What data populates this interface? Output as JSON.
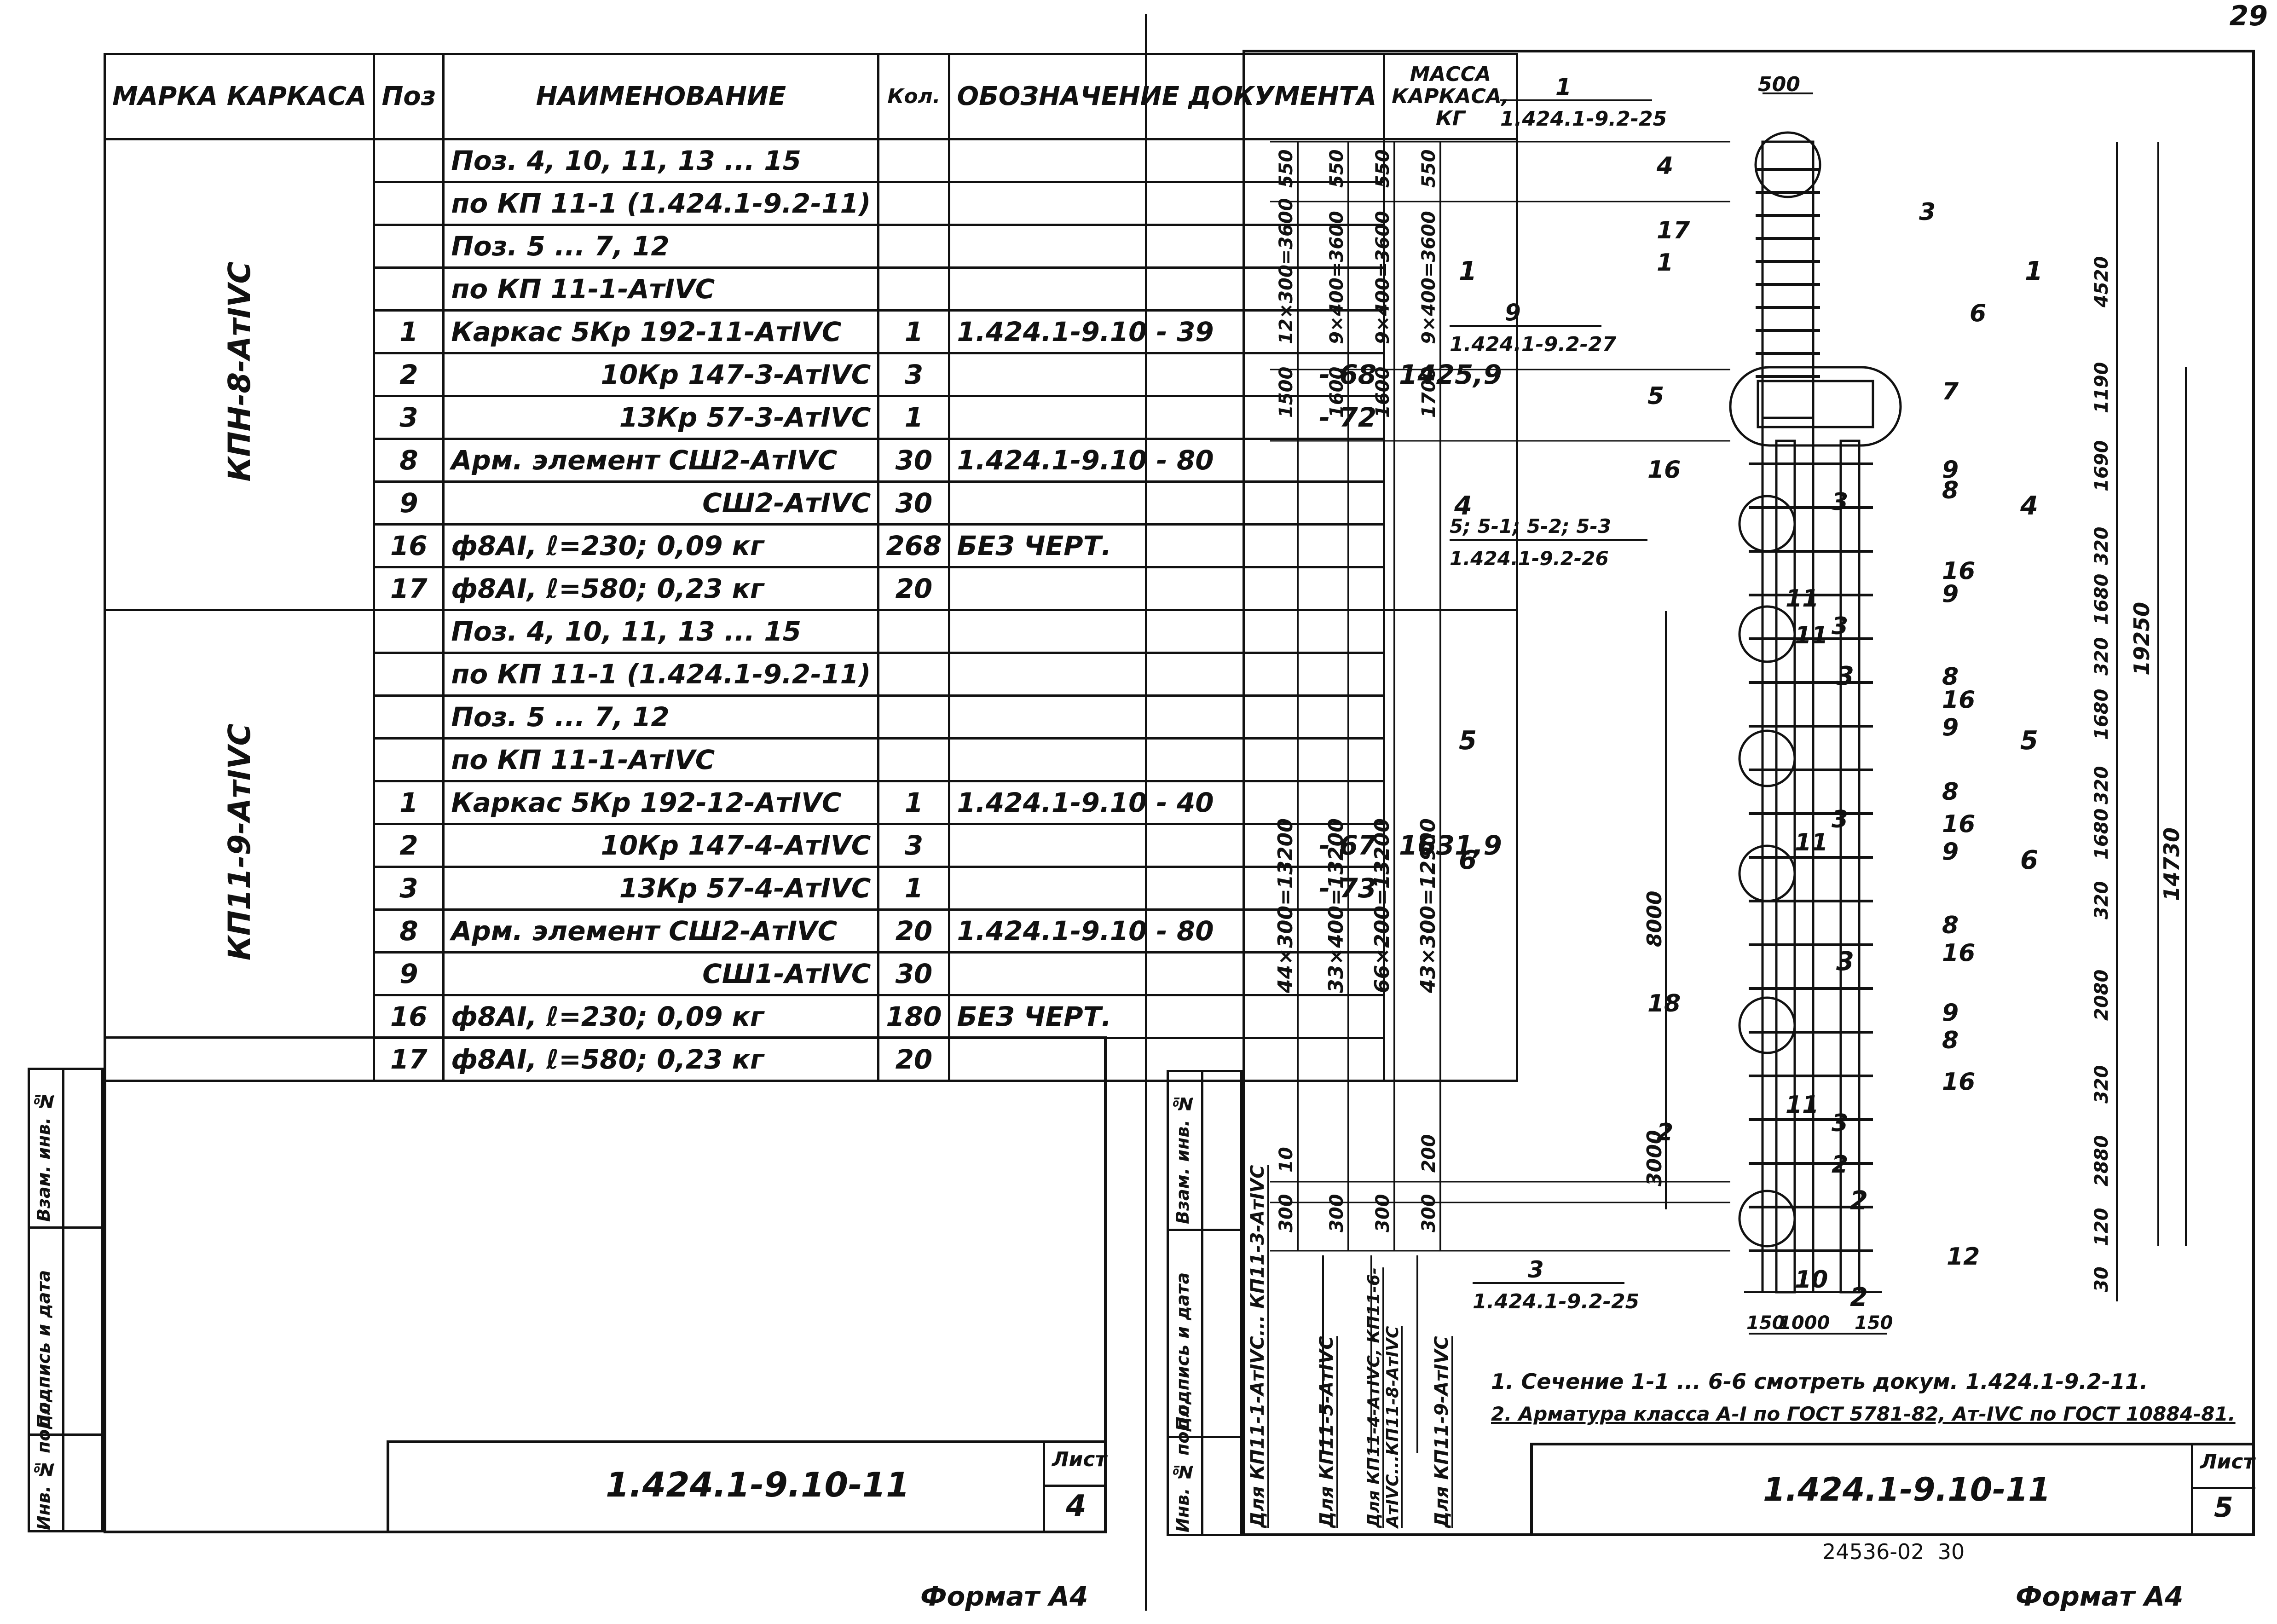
{
  "page_number_top": "29",
  "left_sheet": {
    "headers": {
      "mark": "МАРКА КАРКАСА",
      "pos": "Поз",
      "name": "НАИМЕНОВАНИЕ",
      "qty": "Кол.",
      "doc": "ОБОЗНАЧЕНИЕ ДОКУМЕНТА",
      "mass": "МАССА КАРКАСА, КГ"
    },
    "groups": [
      {
        "mark": "КПН-8-АтIVC",
        "mass": "1425,9",
        "rows": [
          {
            "pos": "",
            "name": "Поз. 4, 10, 11, 13 ... 15",
            "qty": "",
            "doc": ""
          },
          {
            "pos": "",
            "name": "по КП 11-1 (1.424.1-9.2-11)",
            "qty": "",
            "doc": ""
          },
          {
            "pos": "",
            "name": "Поз. 5 ... 7, 12",
            "qty": "",
            "doc": ""
          },
          {
            "pos": "",
            "name": "по КП 11-1-АтIVC",
            "qty": "",
            "doc": ""
          },
          {
            "pos": "1",
            "name": "Каркас  5Кр 192-11-АтIVC",
            "qty": "1",
            "doc": "1.424.1-9.10 - 39"
          },
          {
            "pos": "2",
            "name": "10Кр 147-3-АтIVC",
            "qty": "3",
            "doc": "- 68"
          },
          {
            "pos": "3",
            "name": "13Кр 57-3-АтIVC",
            "qty": "1",
            "doc": "- 72"
          },
          {
            "pos": "8",
            "name": "Арм. элемент СШ2-АтIVC",
            "qty": "30",
            "doc": "1.424.1-9.10 - 80"
          },
          {
            "pos": "9",
            "name": "СШ2-АтIVC",
            "qty": "30",
            "doc": ""
          },
          {
            "pos": "16",
            "name": "ф8АI, ℓ=230;   0,09 кг",
            "qty": "268",
            "doc": "БЕЗ ЧЕРТ."
          },
          {
            "pos": "17",
            "name": "ф8АI, ℓ=580;   0,23 кг",
            "qty": "20",
            "doc": ""
          }
        ]
      },
      {
        "mark": "КП11-9-АтIVC",
        "mass": "1631,9",
        "rows": [
          {
            "pos": "",
            "name": "Поз. 4, 10, 11, 13 ... 15",
            "qty": "",
            "doc": ""
          },
          {
            "pos": "",
            "name": "по КП 11-1 (1.424.1-9.2-11)",
            "qty": "",
            "doc": ""
          },
          {
            "pos": "",
            "name": "Поз. 5 ... 7, 12",
            "qty": "",
            "doc": ""
          },
          {
            "pos": "",
            "name": "по КП 11-1-АтIVC",
            "qty": "",
            "doc": ""
          },
          {
            "pos": "1",
            "name": "Каркас  5Кр 192-12-АтIVC",
            "qty": "1",
            "doc": "1.424.1-9.10 - 40"
          },
          {
            "pos": "2",
            "name": "10Кр 147-4-АтIVC",
            "qty": "3",
            "doc": "- 67"
          },
          {
            "pos": "3",
            "name": "13Кр 57-4-АтIVC",
            "qty": "1",
            "doc": "- 73"
          },
          {
            "pos": "8",
            "name": "Арм. элемент СШ2-АтIVC",
            "qty": "20",
            "doc": "1.424.1-9.10 - 80"
          },
          {
            "pos": "9",
            "name": "СШ1-АтIVC",
            "qty": "30",
            "doc": ""
          },
          {
            "pos": "16",
            "name": "ф8АI, ℓ=230;   0,09 кг",
            "qty": "180",
            "doc": "БЕЗ ЧЕРТ."
          },
          {
            "pos": "17",
            "name": "ф8АI, ℓ=580;   0,23 кг",
            "qty": "20",
            "doc": ""
          }
        ]
      }
    ],
    "side_stamp": [
      "Взам. инв. №",
      "Подпись и дата",
      "Инв. № подл."
    ],
    "doc_number": "1.424.1-9.10-11",
    "sheet_label": "Лист",
    "sheet_number": "4",
    "format": "Формат А4"
  },
  "right_sheet": {
    "side_stamp": [
      "Взам. инв. №",
      "Подпись и дата",
      "Инв. № подл."
    ],
    "column_labels": [
      "Для КП11-1-АтIVC... КП11-3-АтIVC",
      "Для КП11-5-АтIVC",
      "Для КП11-4-АтIVC, КП11-6-АтIVC...КП11-8-АтIVC",
      "Для КП11-9-АтIVC"
    ],
    "column_dims": [
      {
        "top": "12×300=3600",
        "top2": "550",
        "mid": "1500",
        "long": "44×300=13200",
        "bot": "300",
        "bot2": "10"
      },
      {
        "top": "9×400=3600",
        "top2": "550",
        "mid": "1600",
        "long": "33×400=13200",
        "bot": "300",
        "bot2": ""
      },
      {
        "top": "9×400=3600",
        "top2": "550",
        "mid": "1600",
        "long": "66×200=13200",
        "bot": "300",
        "bot2": ""
      },
      {
        "top": "9×400=3600",
        "top2": "550",
        "mid": "1700",
        "long": "43×300=12900",
        "bot": "300",
        "bot2": "200"
      }
    ],
    "callouts": {
      "c1_num": "1",
      "c1_doc": "1.424.1-9.2-25",
      "c9_num": "9",
      "c9_doc": "1.424.1-9.2-27",
      "c_sec_num": "5; 5-1; 5-2; 5-3",
      "c_sec_doc": "1.424.1-9.2-26",
      "c3_num": "3",
      "c3_doc": "1.424.1-9.2-25"
    },
    "width_top": "500",
    "widths_bottom": [
      "150",
      "1000",
      "150"
    ],
    "right_dims": [
      "4520",
      "1190",
      "1690",
      "320",
      "1680",
      "320",
      "1680",
      "320",
      "1680",
      "320",
      "2080",
      "320",
      "2880",
      "120",
      "30"
    ],
    "overall_dims": [
      "19250",
      "14730"
    ],
    "inner_dims": [
      "8000",
      "3000"
    ],
    "section_marks": [
      "1",
      "1",
      "4",
      "4",
      "5",
      "5",
      "6",
      "6",
      "2",
      "2",
      "3",
      "3"
    ],
    "position_labels": [
      "4",
      "17",
      "1",
      "3",
      "6",
      "7",
      "5",
      "16",
      "9",
      "8",
      "16",
      "9",
      "8",
      "16",
      "9",
      "8",
      "16",
      "9",
      "8",
      "16",
      "9",
      "8",
      "16",
      "12",
      "2",
      "18",
      "11",
      "11",
      "11",
      "11",
      "10",
      "3",
      "3",
      "3",
      "3",
      "2"
    ],
    "notes": [
      "1. Сечение 1-1 ... 6-6 смотреть докум. 1.424.1-9.2-11.",
      "2. Арматура класса А-I по ГОСТ 5781-82, Ат-IVC по ГОСТ 10884-81."
    ],
    "doc_number": "1.424.1-9.10-11",
    "sheet_label": "Лист",
    "sheet_number": "5",
    "archive_number": "24536-02",
    "archive_sheet": "30",
    "format": "Формат А4"
  }
}
